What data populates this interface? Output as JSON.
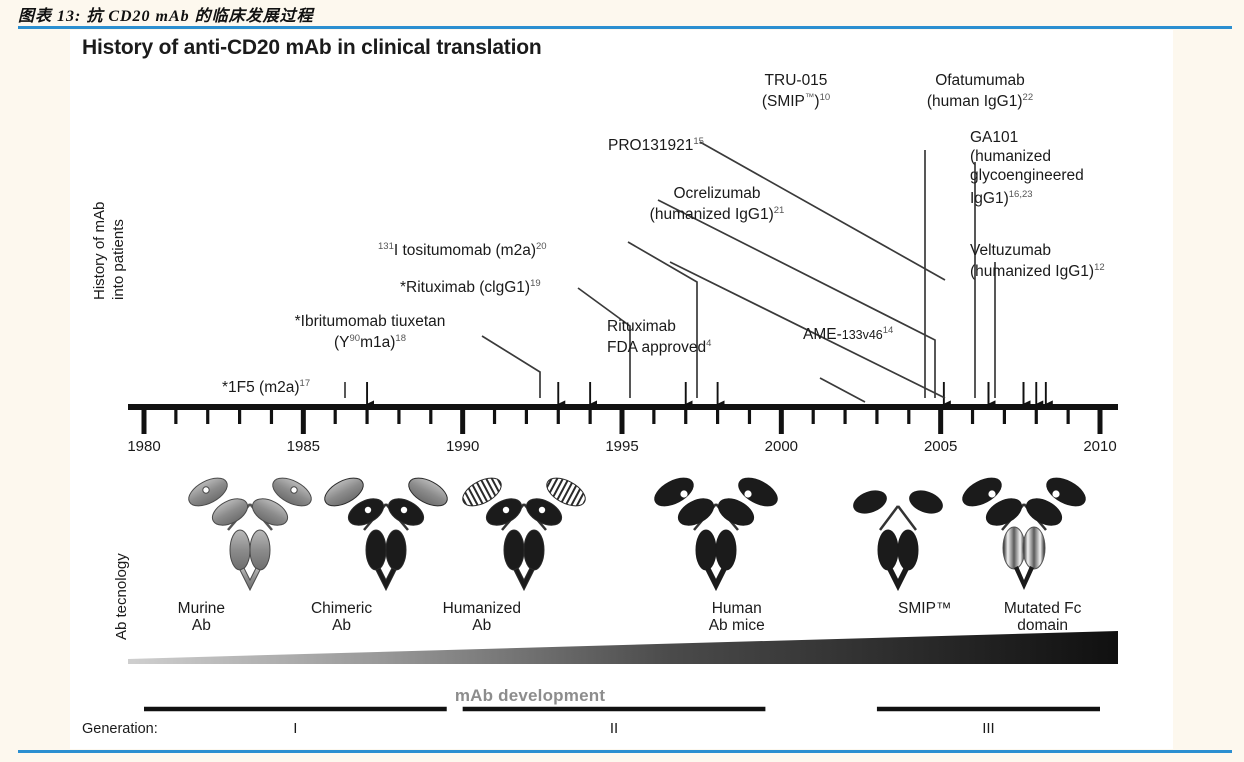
{
  "caption": "图表 13: 抗 CD20 mAb 的临床发展过程",
  "accent_color": "#2b8fd0",
  "page_background": "#fdf8ee",
  "figure": {
    "title": "History of anti-CD20 mAb in clinical translation",
    "axis_top_label": "History of mAb\ninto patients",
    "axis_bottom_label": "Ab tecnology",
    "mab_development_label": "mAb development",
    "generation_label": "Generation:",
    "generations": [
      {
        "roman": "I",
        "start_year": 1980,
        "end_year": 1989.5
      },
      {
        "roman": "II",
        "start_year": 1990,
        "end_year": 1999.5
      },
      {
        "roman": "III",
        "start_year": 2003,
        "end_year": 2010
      }
    ]
  },
  "chart_data": {
    "type": "timeline",
    "title": "History of anti-CD20 mAb in clinical translation",
    "xlabel": "",
    "xlim": [
      1980,
      2010
    ],
    "minor_tick_step": 1,
    "major_tick_step": 5,
    "tick_labels": [
      "1980",
      "1985",
      "1990",
      "1995",
      "2000",
      "2005",
      "2010"
    ],
    "events": [
      {
        "name": "*1F5 (m2a)",
        "ref": "17",
        "year": 1987
      },
      {
        "name": "*Ibritumomab tiuxetan (Y⁹⁰m1a)",
        "ref": "18",
        "year": 1993
      },
      {
        "name": "*Rituximab (cIgG1)",
        "ref": "19",
        "year": 1994
      },
      {
        "name": "¹³¹I tositumomab (m2a)",
        "ref": "20",
        "year": 1998
      },
      {
        "name": "Rituximab FDA approved",
        "ref": "4",
        "year": 1997
      },
      {
        "name": "AME-133v46",
        "ref": "14",
        "year": 2005.1
      },
      {
        "name": "Ocrelizumab (humanized IgG1)",
        "ref": "21",
        "year": 2008.3
      },
      {
        "name": "PRO131921",
        "ref": "15",
        "year": 2008.0
      },
      {
        "name": "TRU-015 (SMIP™)",
        "ref": "10",
        "year": 2006.5
      },
      {
        "name": "Ofatumumab (human IgG1)",
        "ref": "22",
        "year": 2006.5
      },
      {
        "name": "GA101 (humanized glycoengineered IgG1)",
        "ref": "16,23",
        "year": 2007.6
      },
      {
        "name": "Veltuzumab (humanized IgG1)",
        "ref": "12",
        "year": 2007.6
      }
    ],
    "technologies": [
      {
        "label": "Murine\nAb",
        "year": 1981.8
      },
      {
        "label": "Chimeric\nAb",
        "year": 1986.2
      },
      {
        "label": "Humanized\nAb",
        "year": 1990.6
      },
      {
        "label": "Human\nAb mice",
        "year": 1998.6
      },
      {
        "label": "SMIP™",
        "year": 2004.5
      },
      {
        "label": "Mutated Fc\ndomain",
        "year": 2008.2
      }
    ]
  },
  "labels": {
    "tru015_l1": "TRU-015",
    "tru015_l2": "(SMIP",
    "tru015_tm": "™",
    "tru015_l3": ")",
    "tru015_ref": "10",
    "ofatumumab_l1": "Ofatumumab",
    "ofatumumab_l2": "(human IgG1)",
    "ofatumumab_ref": "22",
    "pro131921": "PRO131921",
    "pro131921_ref": "15",
    "ga101_l1": "GA101",
    "ga101_l2": "(humanized",
    "ga101_l3": "glycoengineered",
    "ga101_l4": "IgG1)",
    "ga101_ref": "16,23",
    "ocrelizumab_l1": "Ocrelizumab",
    "ocrelizumab_l2": "(humanized IgG1)",
    "ocrelizumab_ref": "21",
    "veltuzumab_l1": "Veltuzumab",
    "veltuzumab_l2": "(humanized IgG1)",
    "veltuzumab_ref": "12",
    "tositumomab_pre": "131",
    "tositumomab": "I tositumomab (m2a)",
    "tositumomab_ref": "20",
    "rituximab_clgg1": "*Rituximab (clgG1)",
    "rituximab_clgg1_ref": "19",
    "ibritumomab_l1": "*Ibritumomab tiuxetan",
    "ibritumomab_l2a": "(Y",
    "ibritumomab_sup": "90",
    "ibritumomab_l2b": "m1a)",
    "ibritumomab_ref": "18",
    "rituximab_fda_l1": "Rituximab",
    "rituximab_fda_l2": "FDA approved",
    "rituximab_fda_ref": "4",
    "ame_main": "AME-",
    "ame_sub": "133v46",
    "ame_ref": "14",
    "f1f5": "*1F5 (m2a)",
    "f1f5_ref": "17"
  }
}
